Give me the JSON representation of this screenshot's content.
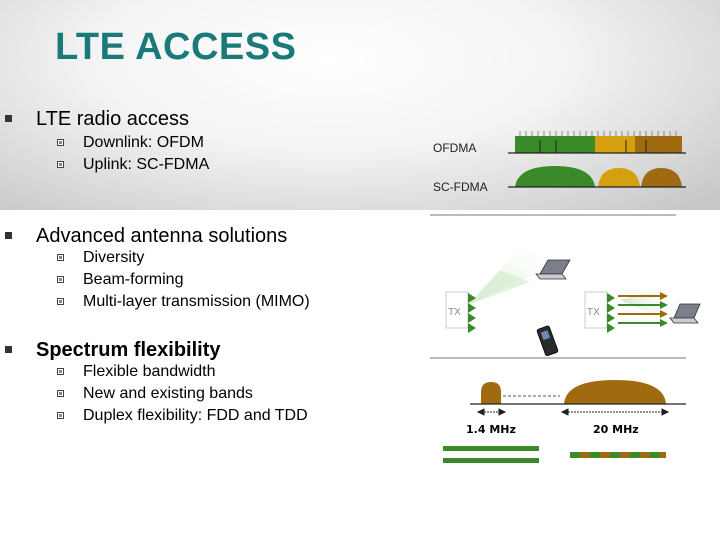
{
  "title": "LTE ACCESS",
  "sections": [
    {
      "heading": "LTE radio access",
      "items": [
        "Downlink: OFDM",
        "Uplink: SC-FDMA"
      ]
    },
    {
      "heading": "Advanced antenna solutions",
      "items": [
        "Diversity",
        "Beam-forming",
        "Multi-layer transmission (MIMO)"
      ]
    },
    {
      "heading": "Spectrum flexibility",
      "items": [
        "Flexible bandwidth",
        "New and existing bands",
        "Duplex flexibility: FDD and TDD"
      ]
    }
  ],
  "diagram": {
    "ofdma_label": "OFDMA",
    "scfdma_label": "SC-FDMA",
    "tx_left": "TX",
    "tx_right": "TX",
    "bw_small": "1.4 MHz",
    "bw_large": "20 MHz",
    "colors": {
      "green": "#3a8a2a",
      "gold": "#d4a010",
      "brown": "#a06a10",
      "title": "#1a7a7a"
    }
  }
}
